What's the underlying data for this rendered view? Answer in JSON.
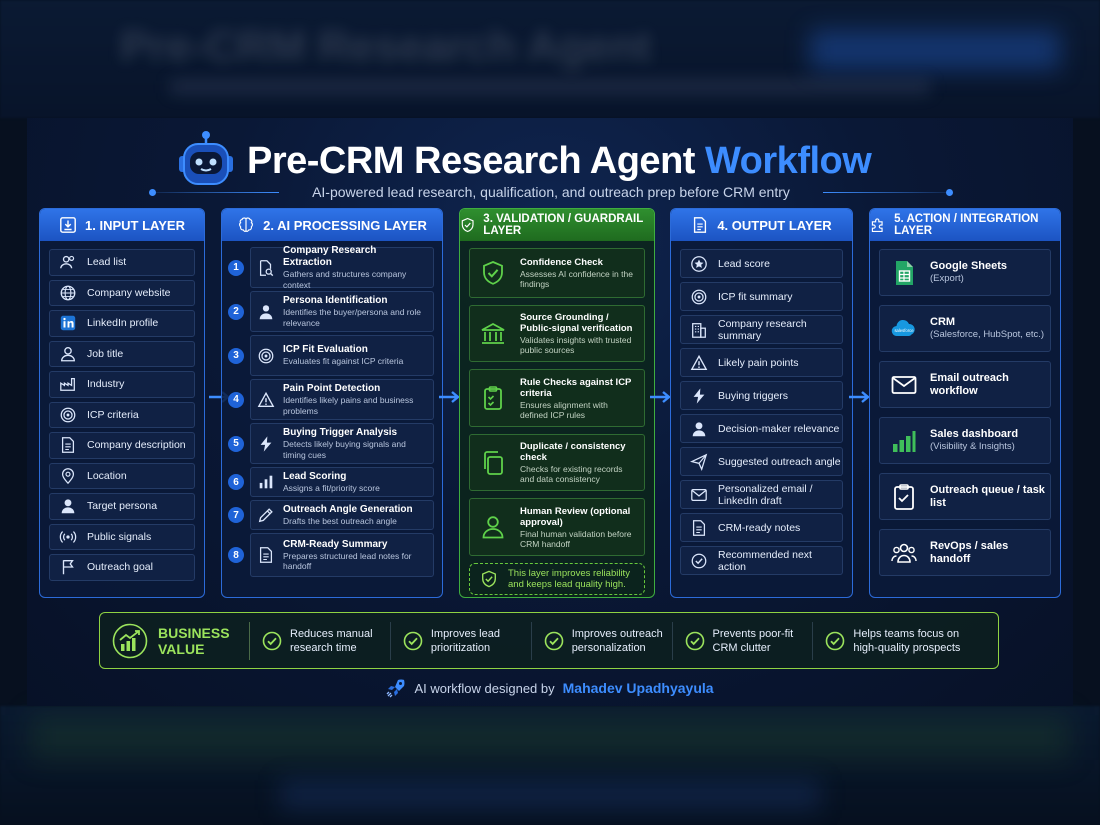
{
  "header": {
    "title_main": "Pre-CRM Research Agent",
    "title_accent": "Workflow",
    "subtitle": "AI-powered lead research, qualification, and outreach prep before CRM entry"
  },
  "colors": {
    "accent": "#3d8dff",
    "guardrail": "#3fae3f",
    "value": "#9be35c"
  },
  "input_layer": {
    "title": "1. INPUT LAYER",
    "items": [
      {
        "label": "Lead list",
        "icon": "users-icon"
      },
      {
        "label": "Company website",
        "icon": "globe-icon"
      },
      {
        "label": "LinkedIn profile",
        "icon": "linkedin-icon"
      },
      {
        "label": "Job title",
        "icon": "person-icon"
      },
      {
        "label": "Industry",
        "icon": "factory-icon"
      },
      {
        "label": "ICP criteria",
        "icon": "target-icon"
      },
      {
        "label": "Company description",
        "icon": "document-icon"
      },
      {
        "label": "Location",
        "icon": "location-pin-icon"
      },
      {
        "label": "Target persona",
        "icon": "person-solid-icon"
      },
      {
        "label": "Public signals",
        "icon": "signal-icon"
      },
      {
        "label": "Outreach goal",
        "icon": "flag-icon"
      }
    ]
  },
  "processing_layer": {
    "title": "2. AI PROCESSING LAYER",
    "steps": [
      {
        "num": "1",
        "title": "Company Research Extraction",
        "desc": "Gathers and structures company context",
        "icon": "doc-search-icon"
      },
      {
        "num": "2",
        "title": "Persona Identification",
        "desc": "Identifies the buyer/persona and role relevance",
        "icon": "persona-icon"
      },
      {
        "num": "3",
        "title": "ICP Fit Evaluation",
        "desc": "Evaluates fit against ICP criteria",
        "icon": "target-icon"
      },
      {
        "num": "4",
        "title": "Pain Point Detection",
        "desc": "Identifies likely pains and business problems",
        "icon": "warning-icon"
      },
      {
        "num": "5",
        "title": "Buying Trigger Analysis",
        "desc": "Detects likely buying signals and timing cues",
        "icon": "lightning-icon"
      },
      {
        "num": "6",
        "title": "Lead Scoring",
        "desc": "Assigns a fit/priority score",
        "icon": "bar-chart-icon"
      },
      {
        "num": "7",
        "title": "Outreach Angle Generation",
        "desc": "Drafts the best outreach angle",
        "icon": "pencil-icon"
      },
      {
        "num": "8",
        "title": "CRM-Ready Summary",
        "desc": "Prepares structured lead notes for handoff",
        "icon": "document-icon"
      }
    ]
  },
  "validation_layer": {
    "title": "3. VALIDATION / GUARDRAIL LAYER",
    "items": [
      {
        "title": "Confidence Check",
        "desc": "Assesses AI confidence in the findings",
        "icon": "shield-check-icon"
      },
      {
        "title": "Source Grounding / Public-signal verification",
        "desc": "Validates insights with trusted public sources",
        "icon": "bank-icon"
      },
      {
        "title": "Rule Checks against ICP criteria",
        "desc": "Ensures alignment with defined ICP rules",
        "icon": "clipboard-check-icon"
      },
      {
        "title": "Duplicate / consistency check",
        "desc": "Checks for existing records and data consistency",
        "icon": "duplicate-icon"
      },
      {
        "title": "Human Review (optional approval)",
        "desc": "Final human validation before CRM handoff",
        "icon": "person-icon"
      }
    ],
    "note": "This layer improves reliability and keeps lead quality high."
  },
  "output_layer": {
    "title": "4. OUTPUT LAYER",
    "items": [
      {
        "label": "Lead score",
        "icon": "star-icon"
      },
      {
        "label": "ICP fit summary",
        "icon": "target-icon"
      },
      {
        "label": "Company research summary",
        "icon": "building-icon"
      },
      {
        "label": "Likely pain points",
        "icon": "warning-icon"
      },
      {
        "label": "Buying triggers",
        "icon": "lightning-icon"
      },
      {
        "label": "Decision-maker relevance",
        "icon": "person-solid-icon"
      },
      {
        "label": "Suggested outreach angle",
        "icon": "send-icon"
      },
      {
        "label": "Personalized email / LinkedIn draft",
        "icon": "mail-icon"
      },
      {
        "label": "CRM-ready notes",
        "icon": "document-icon"
      },
      {
        "label": "Recommended next action",
        "icon": "check-circle-icon"
      }
    ]
  },
  "action_layer": {
    "title": "5. ACTION / INTEGRATION LAYER",
    "items": [
      {
        "title": "Google Sheets",
        "desc": "(Export)",
        "icon": "sheets-icon"
      },
      {
        "title": "CRM",
        "desc": "(Salesforce, HubSpot, etc.)",
        "icon": "cloud-icon",
        "logo_text": "salesforce"
      },
      {
        "title": "Email outreach workflow",
        "desc": "",
        "icon": "mail-icon"
      },
      {
        "title": "Sales dashboard",
        "desc": "(Visibility & Insights)",
        "icon": "bar-chart-icon"
      },
      {
        "title": "Outreach queue / task list",
        "desc": "",
        "icon": "clipboard-check-icon"
      },
      {
        "title": "RevOps / sales handoff",
        "desc": "",
        "icon": "team-icon"
      }
    ]
  },
  "business_value": {
    "title": "BUSINESS VALUE",
    "items": [
      "Reduces manual research time",
      "Improves lead prioritization",
      "Improves outreach personalization",
      "Prevents poor-fit CRM clutter",
      "Helps teams focus on high-quality prospects"
    ]
  },
  "footer": {
    "prefix": "AI workflow designed by",
    "author": "Mahadev Upadhyayula"
  }
}
